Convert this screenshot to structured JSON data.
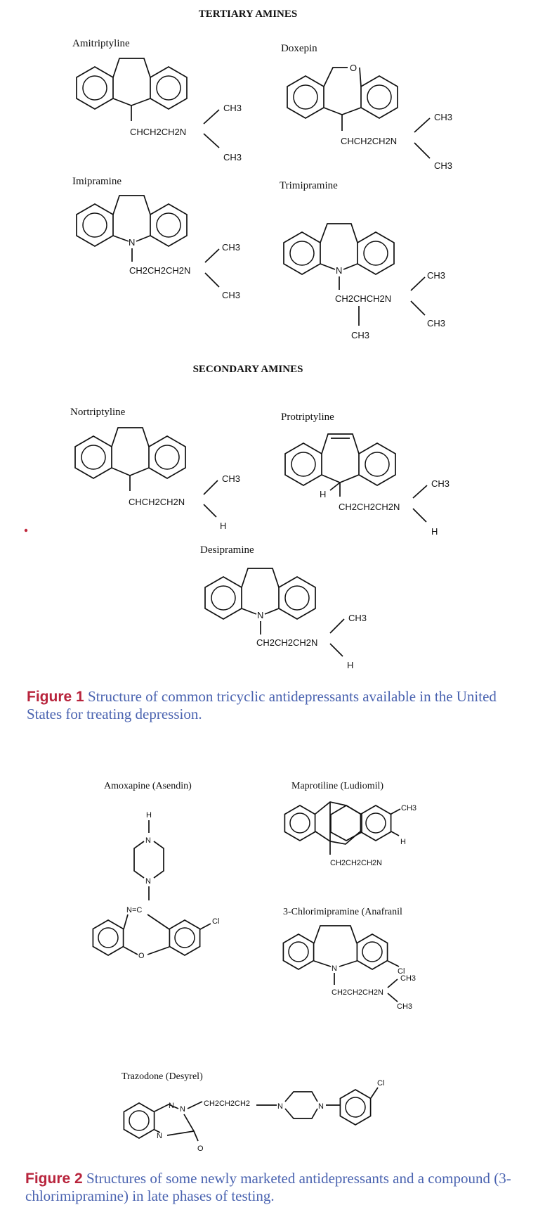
{
  "section_tertiary": "TERTIARY AMINES",
  "section_secondary": "SECONDARY AMINES",
  "figure1": {
    "label": "Figure 1",
    "caption": "Structure of common tricyclic antidepressants available in the United States for treating depression.",
    "compounds": [
      {
        "name": "Amitriptyline",
        "chain": "CHCH2CH2N",
        "subst_top": "CH3",
        "subst_bottom": "CH3"
      },
      {
        "name": "Doxepin",
        "ring_atom": "O",
        "chain": "CHCH2CH2N",
        "subst_top": "CH3",
        "subst_bottom": "CH3"
      },
      {
        "name": "Imipramine",
        "ring_atom": "N",
        "chain": "CH2CH2CH2N",
        "subst_top": "CH3",
        "subst_bottom": "CH3"
      },
      {
        "name": "Trimipramine",
        "ring_atom": "N",
        "chain": "CH2CHCH2N",
        "branch": "CH3",
        "subst_top": "CH3",
        "subst_bottom": "CH3"
      },
      {
        "name": "Nortriptyline",
        "chain": "CHCH2CH2N",
        "subst_top": "CH3",
        "subst_bottom": "H"
      },
      {
        "name": "Protriptyline",
        "h_label": "H",
        "chain": "CH2CH2CH2N",
        "subst_top": "CH3",
        "subst_bottom": "H"
      },
      {
        "name": "Desipramine",
        "ring_atom": "N",
        "chain": "CH2CH2CH2N",
        "subst_top": "CH3",
        "subst_bottom": "H"
      }
    ]
  },
  "figure2": {
    "label": "Figure 2",
    "caption": "Structures of some newly marketed antidepressants and a compound (3-chlorimipramine) in late phases of testing.",
    "compounds": [
      {
        "name": "Amoxapine (Asendin)",
        "atoms": [
          "H",
          "N",
          "N",
          "N=C",
          "O",
          "Cl"
        ]
      },
      {
        "name": "Maprotiline (Ludiomil)",
        "atoms": [
          "CH3",
          "H",
          "CH2CH2CH2N"
        ]
      },
      {
        "name": "3-Chlorimipramine (Anafranil",
        "atoms": [
          "N",
          "Cl",
          "CH2CH2CH2N",
          "CH3",
          "CH3"
        ]
      },
      {
        "name": "Trazodone (Desyrel)",
        "atoms": [
          "N",
          "N",
          "N",
          "CH2CH2CH2",
          "N",
          "N",
          "O",
          "Cl"
        ]
      }
    ]
  }
}
